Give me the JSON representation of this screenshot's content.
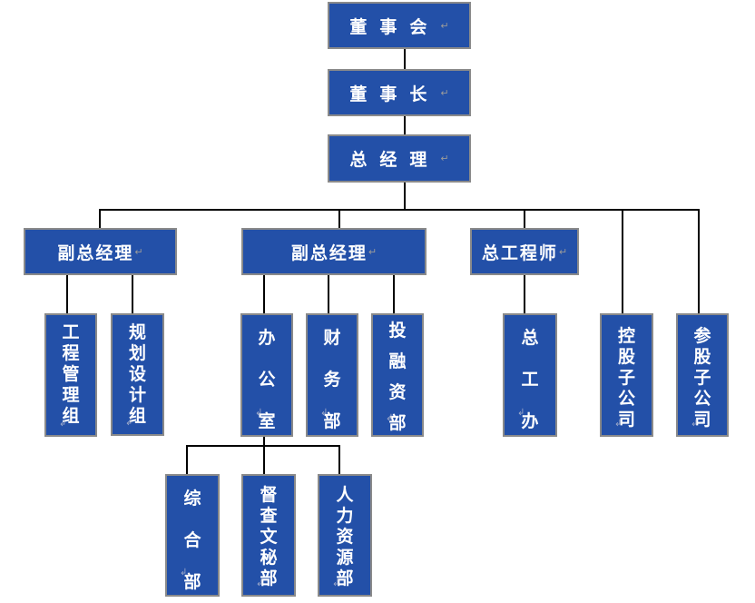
{
  "colors": {
    "box_fill": "#2350a8",
    "box_border": "#8a8a8a",
    "text": "#ffffff",
    "connector": "#000000"
  },
  "paragraph_mark": "↵",
  "line_mark": "↲",
  "top": [
    {
      "label": "董事会",
      "chars": [
        "董",
        "事",
        "会"
      ]
    },
    {
      "label": "董事长",
      "chars": [
        "董",
        "事",
        "长"
      ]
    },
    {
      "label": "总经理",
      "chars": [
        "总",
        "经",
        "理"
      ]
    }
  ],
  "level2": [
    {
      "label": "副总经理"
    },
    {
      "label": "副总经理"
    },
    {
      "label": "总工程师"
    }
  ],
  "units": {
    "gongcheng": {
      "label": "工程管理组",
      "chars": [
        "工",
        "程",
        "管",
        "理",
        "组"
      ]
    },
    "guihua": {
      "label": "规划设计组",
      "chars": [
        "规",
        "划",
        "设",
        "计",
        "组"
      ]
    },
    "bangong": {
      "label": "办公室",
      "chars": [
        "办",
        "公",
        "室"
      ]
    },
    "caiwu": {
      "label": "财务部",
      "chars": [
        "财",
        "务",
        "部"
      ]
    },
    "tourong": {
      "label": "投融资部",
      "chars": [
        "投",
        "融",
        "资",
        "部"
      ]
    },
    "zonggong": {
      "label": "总工办",
      "chars": [
        "总",
        "工",
        "办"
      ]
    },
    "konggu": {
      "label": "控股子公司",
      "chars": [
        "控",
        "股",
        "子",
        "公",
        "司"
      ]
    },
    "cangu": {
      "label": "参股子公司",
      "chars": [
        "参",
        "股",
        "子",
        "公",
        "司"
      ]
    },
    "zonghe": {
      "label": "综合部",
      "chars": [
        "综",
        "合",
        "部"
      ]
    },
    "ducha": {
      "label": "督查文秘部",
      "chars": [
        "督",
        "查",
        "文",
        "秘",
        "部"
      ]
    },
    "renli": {
      "label": "人力资源部",
      "chars": [
        "人",
        "力",
        "资",
        "源",
        "部"
      ]
    }
  }
}
